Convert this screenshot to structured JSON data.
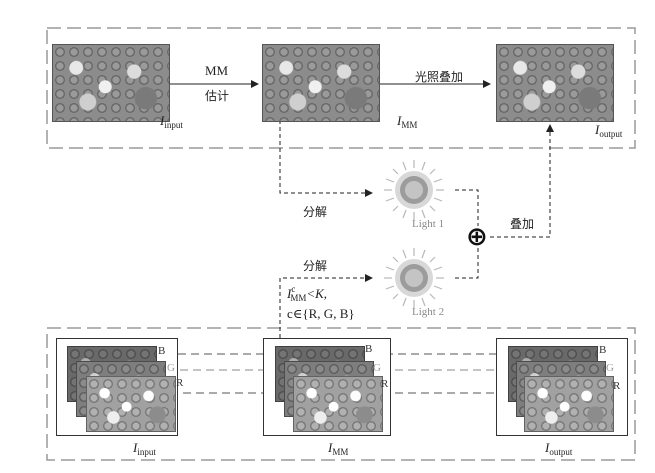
{
  "top_row": {
    "step1_line1": "MM",
    "step1_line2": "估计",
    "step2": "光照叠加",
    "input_label": "I",
    "input_sub": "input",
    "mm_label": "I",
    "mm_sub": "MM",
    "output_label": "I",
    "output_sub": "output"
  },
  "middle": {
    "decompose_1": "分解",
    "decompose_2": "分解",
    "light1": "Light 1",
    "light2": "Light 2",
    "add": "叠加",
    "plus_symbol": "⊕",
    "condition_I": "I",
    "condition_sup": "c",
    "condition_sub": "MM",
    "condition_rest": "<K,",
    "condition_set": "c∈{R, G, B}"
  },
  "bottom_row": {
    "channels": [
      "B",
      "G",
      "R"
    ],
    "input_label": "I",
    "input_sub": "input",
    "mm_label": "I",
    "mm_sub": "MM",
    "output_label": "I",
    "output_sub": "output"
  },
  "colors": {
    "dash_frame": "#9a9a9a",
    "arrow": "#222222",
    "light_bg": "#ececec",
    "sun_core": "#8a8a8a"
  }
}
